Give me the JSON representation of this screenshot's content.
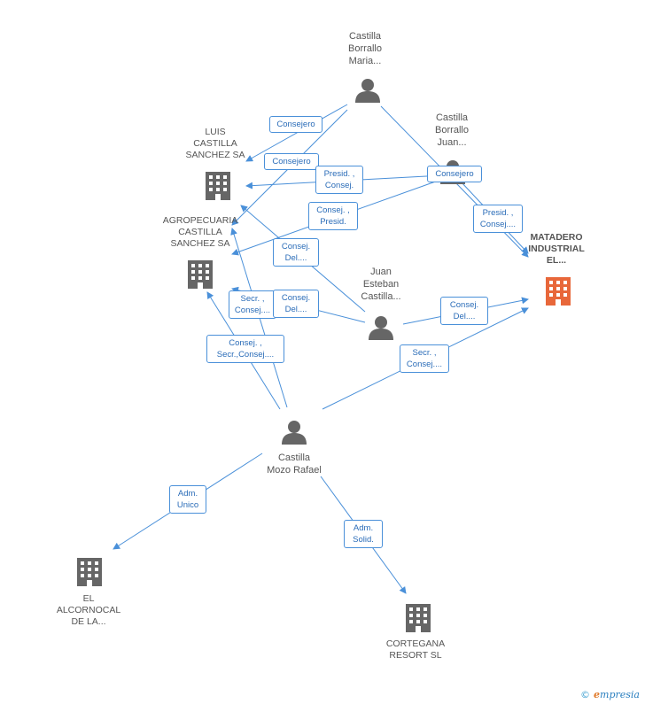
{
  "colors": {
    "edge": "#4a90d9",
    "icon": "#666666",
    "main_icon": "#e8673a",
    "label": "#555555"
  },
  "nodes": {
    "maria": {
      "label": "Castilla\nBorrallo\nMaria...",
      "icon": "person-icon"
    },
    "juan_b": {
      "label": "Castilla\nBorrallo\nJuan...",
      "icon": "person-icon"
    },
    "luis": {
      "label": "LUIS\nCASTILLA\nSANCHEZ SA",
      "icon": "building-icon"
    },
    "agro": {
      "label": "AGROPECUARIA\nCASTILLA\nSANCHEZ SA",
      "icon": "building-icon"
    },
    "matadero": {
      "label": "MATADERO\nINDUSTRIAL\nEL...",
      "icon": "building-icon"
    },
    "juan_e": {
      "label": "Juan\nEsteban\nCastilla...",
      "icon": "person-icon"
    },
    "rafael": {
      "label": "Castilla\nMozo Rafael",
      "icon": "person-icon"
    },
    "alcornocal": {
      "label": "EL\nALCORNOCAL\nDE LA...",
      "icon": "building-icon"
    },
    "cortegana": {
      "label": "CORTEGANA\nRESORT SL",
      "icon": "building-icon"
    }
  },
  "edge_labels": {
    "e1": "Consejero",
    "e2": "Consejero",
    "e3": "Consejero",
    "e4": "Presid. ,\nConsej.",
    "e5": "Consej. ,\nPresid.",
    "e6": "Presid. ,\nConsej....",
    "e7": "Consej.\nDel....",
    "e8": "Secr. ,\nConsej....",
    "e9": "Consej.\nDel....",
    "e10": "Consej.\nDel....",
    "e11": "Consej. ,\nSecr.,Consej....",
    "e12": "Secr. ,\nConsej....",
    "e13": "Adm.\nUnico",
    "e14": "Adm.\nSolid."
  },
  "footer": {
    "copyright": "©",
    "brand_first": "e",
    "brand_rest": "mpresia"
  }
}
